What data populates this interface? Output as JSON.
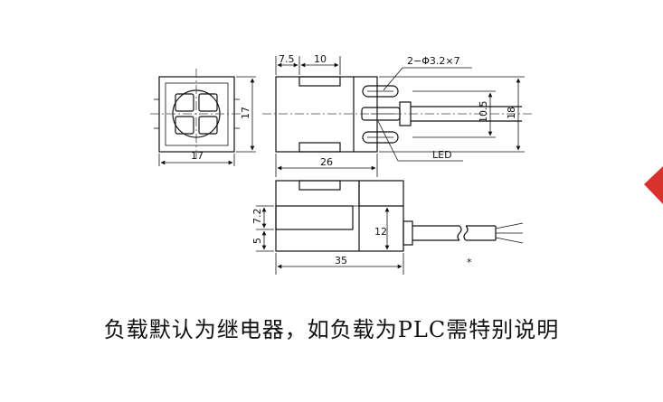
{
  "dimensions": {
    "front_width": "17",
    "front_height": "17",
    "top_seg_1": "7.5",
    "top_seg_2": "10",
    "hole_spec": "2−Φ3.2×7",
    "side_length": "26",
    "cable_height": "10.5",
    "body_height": "18",
    "led_label": "LED",
    "bottom_7_2": "7.2",
    "bottom_5": "5",
    "bottom_12": "12",
    "bottom_length": "35",
    "asterisk": "*"
  },
  "caption": "负载默认为继电器，如负载为PLC需特别说明",
  "colors": {
    "line": "#111111",
    "corner_mark": "#d8322c"
  }
}
